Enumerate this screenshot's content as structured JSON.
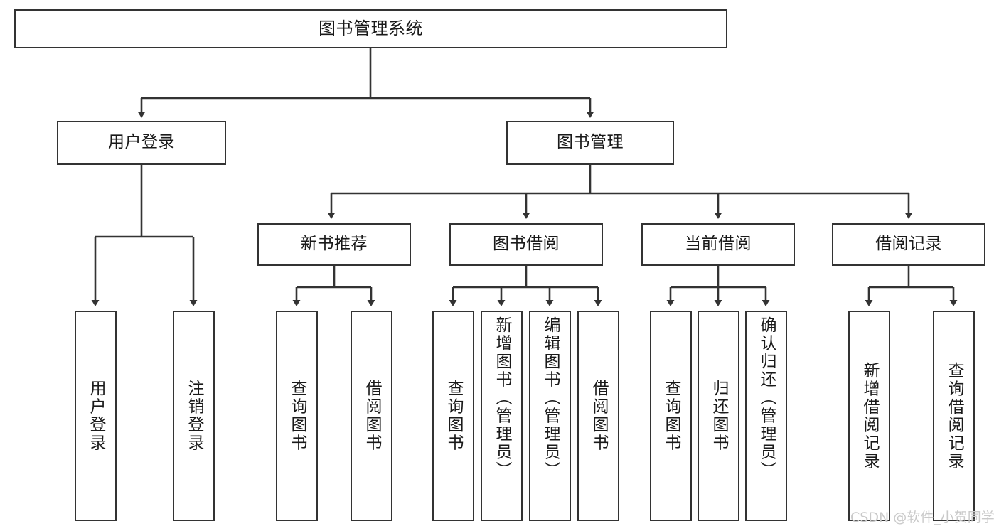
{
  "diagram": {
    "type": "tree-structure-chart",
    "title": "图书管理系统",
    "root": {
      "label": "图书管理系统"
    },
    "level2": [
      {
        "label": "用户登录"
      },
      {
        "label": "图书管理"
      }
    ],
    "level3": [
      {
        "label": "新书推荐"
      },
      {
        "label": "图书借阅"
      },
      {
        "label": "当前借阅"
      },
      {
        "label": "借阅记录"
      }
    ],
    "leaves": {
      "user_login": [
        {
          "label": "用户登录"
        },
        {
          "label": "注销登录"
        }
      ],
      "new_book_recommend": [
        {
          "label": "查询图书"
        },
        {
          "label": "借阅图书"
        }
      ],
      "book_borrow": [
        {
          "label": "查询图书"
        },
        {
          "label": "新增图书（管理员）"
        },
        {
          "label": "编辑图书（管理员）"
        },
        {
          "label": "借阅图书"
        }
      ],
      "current_borrow": [
        {
          "label": "查询图书"
        },
        {
          "label": "归还图书"
        },
        {
          "label": "确认归还（管理员）"
        }
      ],
      "borrow_records": [
        {
          "label": "新增借阅记录"
        },
        {
          "label": "查询借阅记录"
        }
      ]
    }
  },
  "watermark": {
    "text": "CSDN @软件_小贺同学"
  },
  "colors": {
    "stroke": "#333333",
    "box_fill": "#ffffff",
    "text": "#1a1a1a",
    "watermark": "#c9c9c9"
  }
}
